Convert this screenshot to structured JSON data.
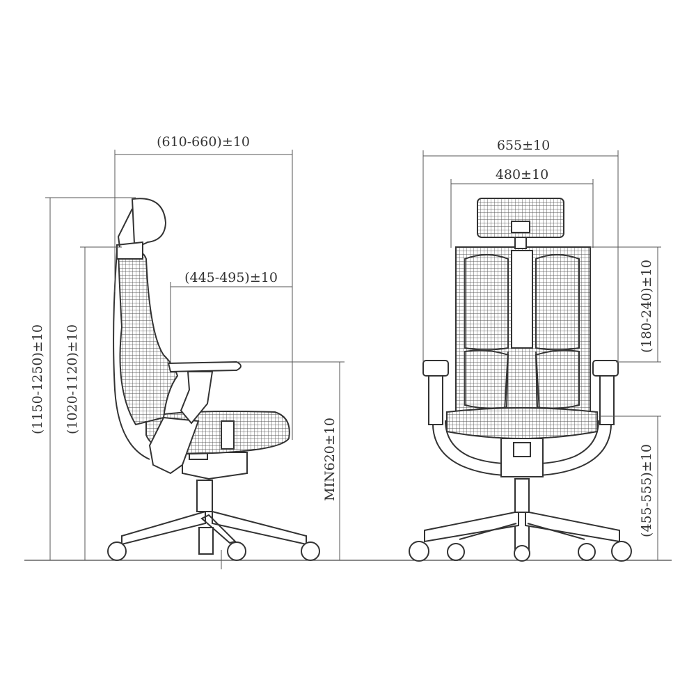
{
  "side_view": {
    "depth_label": "(610-660)±10",
    "seat_depth_label": "(445-495)±10",
    "total_height_label": "(1150-1250)±10",
    "back_height_label": "(1020-1120)±10",
    "arm_height_label": "MIN620±10"
  },
  "front_view": {
    "overall_width_label": "655±10",
    "back_width_label": "480±10",
    "arm_adjust_label": "(180-240)±10",
    "seat_height_label": "(455-555)±10"
  },
  "colors": {
    "line": "#333333",
    "background": "#ffffff"
  }
}
